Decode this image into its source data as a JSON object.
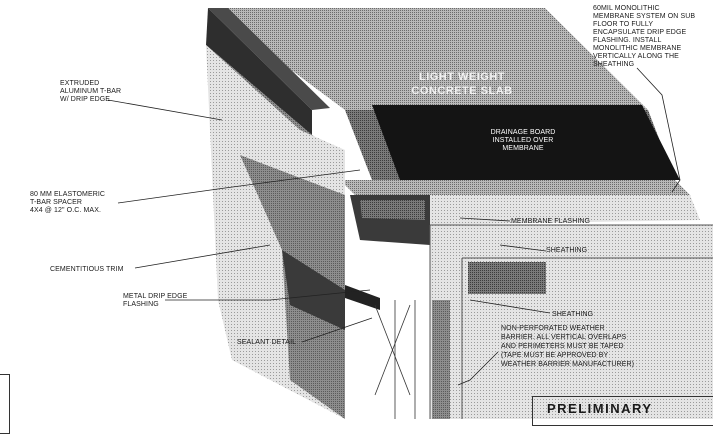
{
  "labels": {
    "slab_line1": "LIGHT WEIGHT",
    "slab_line2": "CONCRETE SLAB",
    "membrane_system": [
      "60MIL MONOLITHIC",
      "MEMBRANE SYSTEM ON SUB",
      "FLOOR TO FULLY",
      "ENCAPSULATE DRIP EDGE",
      "FLASHING. INSTALL",
      "MONOLITHIC MEMBRANE",
      "VERTICALLY ALONG THE",
      "SHEATHING"
    ],
    "tbar": [
      "EXTRUDED",
      "ALUMINUM T-BAR",
      "W/ DRIP EDGE"
    ],
    "drainage": [
      "DRAINAGE BOARD",
      "INSTALLED OVER",
      "MEMBRANE"
    ],
    "spacer": [
      "80 MM ELASTOMERIC",
      "T-BAR SPACER",
      "4X4 @ 12\" O.C. MAX."
    ],
    "membrane_flashing": "MEMBRANE FLASHING",
    "sheathing_top": "SHEATHING",
    "cementitious_trim": "CEMENTITIOUS TRIM",
    "drip_edge": [
      "METAL DRIP EDGE",
      "FLASHING"
    ],
    "sheathing": "SHEATHING",
    "sealant": "SEALANT DETAIL",
    "weather_barrier": [
      "NON-PERFORATED WEATHER",
      "BARRIER. ALL VERTICAL OVERLAPS",
      "AND PERIMETERS MUST BE  TAPED",
      "(TAPE MUST BE APPROVED BY",
      "WEATHER BARRIER MANUFACTURER)"
    ]
  },
  "stamp": "PRELIMINARY"
}
